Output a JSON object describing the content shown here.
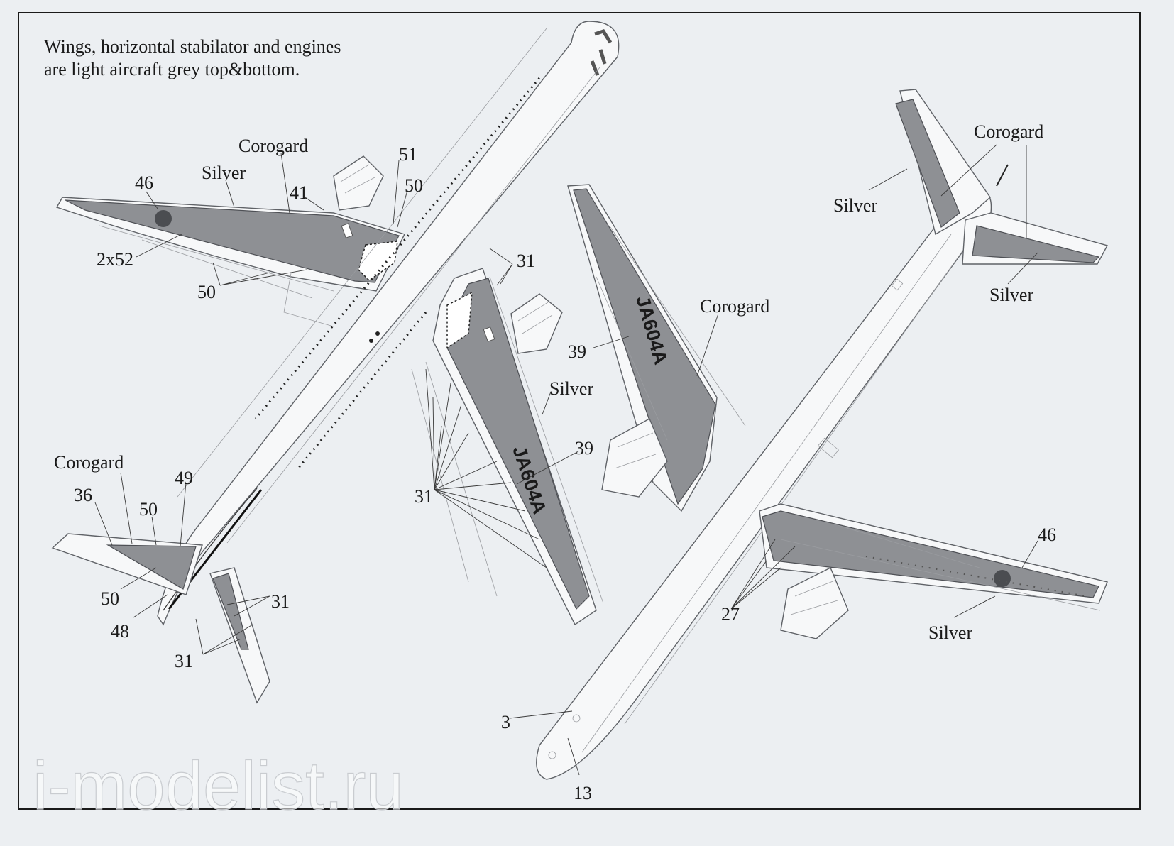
{
  "note": {
    "line1": "Wings, horizontal stabilator and engines",
    "line2": "are light aircraft grey top&bottom."
  },
  "registration": "JA604A",
  "colors": {
    "background": "#eceff2",
    "border": "#1a1a1a",
    "light_grey": "#8e9094",
    "outline": "#5f6267"
  },
  "labels": {
    "top_wing": {
      "corogard": "Corogard",
      "silver": "Silver",
      "n46": "46",
      "n41": "41",
      "n51": "51",
      "n50a": "50",
      "n2x52": "2x52",
      "n50b": "50"
    },
    "top_right_wing": {
      "n31": "31",
      "silver": "Silver",
      "n39": "39",
      "n31b": "31"
    },
    "top_tail": {
      "corogard": "Corogard",
      "n36": "36",
      "n50a": "50",
      "n49": "49",
      "n50b": "50",
      "n48": "48",
      "n31a": "31",
      "n31b": "31"
    },
    "bottom_wing_left": {
      "corogard": "Corogard",
      "n39": "39"
    },
    "bottom_tail": {
      "corogard": "Corogard",
      "silver_a": "Silver",
      "silver_b": "Silver"
    },
    "bottom_wing_right": {
      "n46": "46",
      "silver": "Silver",
      "n27": "27"
    },
    "bottom_nose": {
      "n3": "3",
      "n13": "13"
    }
  },
  "watermark": "i-modelist.ru"
}
